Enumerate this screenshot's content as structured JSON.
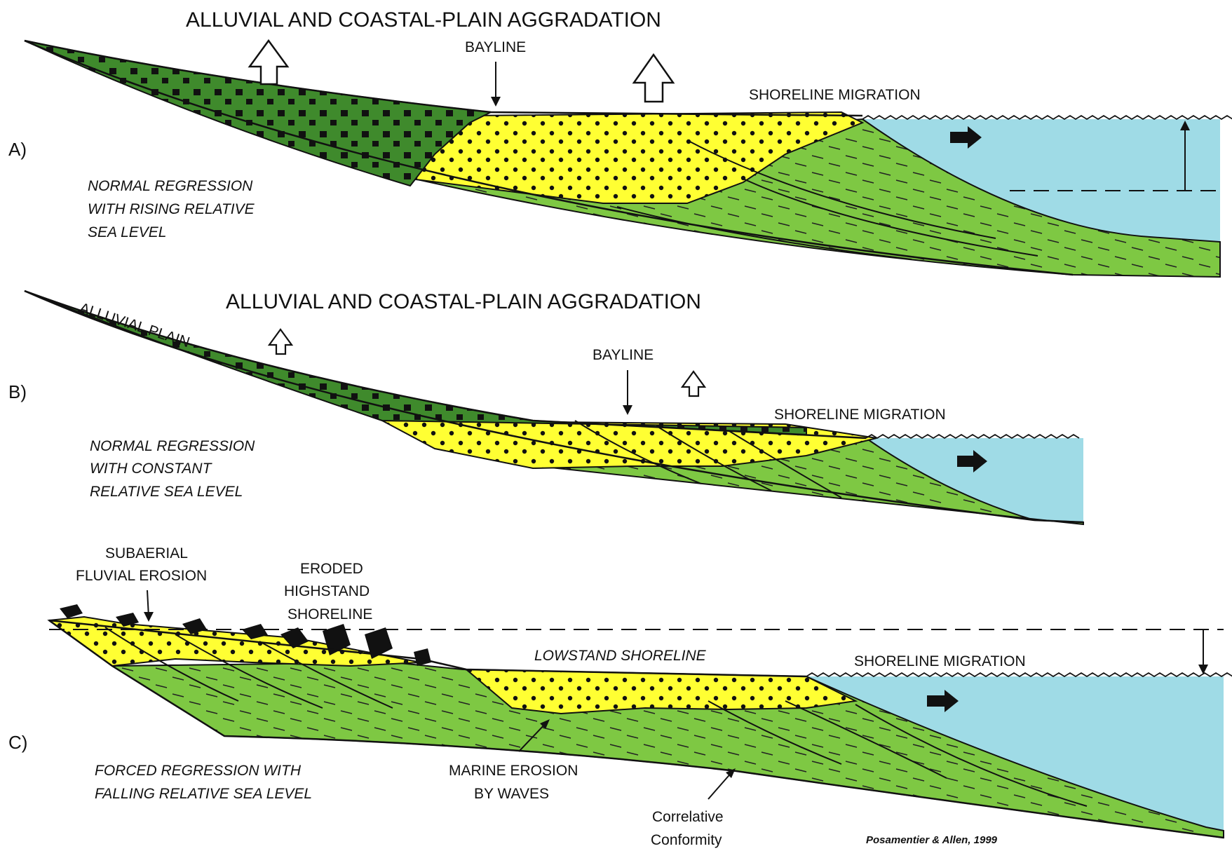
{
  "colors": {
    "coastal_plain": "#3f8a2c",
    "shoreface_sand": "#ffff33",
    "offshore_mud": "#7ec843",
    "sea_water": "#9fdbe6",
    "line": "#111111"
  },
  "panel_a": {
    "letter": "A)",
    "title": "ALLUVIAL AND COASTAL-PLAIN AGGRADATION",
    "bayline": "BAYLINE",
    "shoreline_migration": "SHORELINE MIGRATION",
    "caption_lines": [
      "NORMAL REGRESSION",
      "WITH RISING RELATIVE",
      "SEA LEVEL"
    ]
  },
  "panel_b": {
    "letter": "B)",
    "title": "ALLUVIAL AND COASTAL-PLAIN AGGRADATION",
    "alluvial_plain": "ALLUVIAL PLAIN",
    "bayline": "BAYLINE",
    "shoreline_migration": "SHORELINE MIGRATION",
    "caption_lines": [
      "NORMAL REGRESSION",
      "WITH CONSTANT",
      "RELATIVE SEA LEVEL"
    ]
  },
  "panel_c": {
    "letter": "C)",
    "subaerial_lines": [
      "SUBAERIAL",
      "FLUVIAL EROSION"
    ],
    "eroded_lines": [
      "ERODED",
      "HIGHSTAND",
      "SHORELINE"
    ],
    "lowstand_shoreline": "LOWSTAND SHORELINE",
    "shoreline_migration": "SHORELINE MIGRATION",
    "caption_lines": [
      "FORCED REGRESSION WITH",
      "FALLING RELATIVE SEA LEVEL"
    ],
    "marine_erosion_lines": [
      "MARINE EROSION",
      "BY WAVES"
    ],
    "correlative_lines": [
      "Correlative",
      "Conformity"
    ]
  },
  "credit": "Posamentier & Allen, 1999"
}
